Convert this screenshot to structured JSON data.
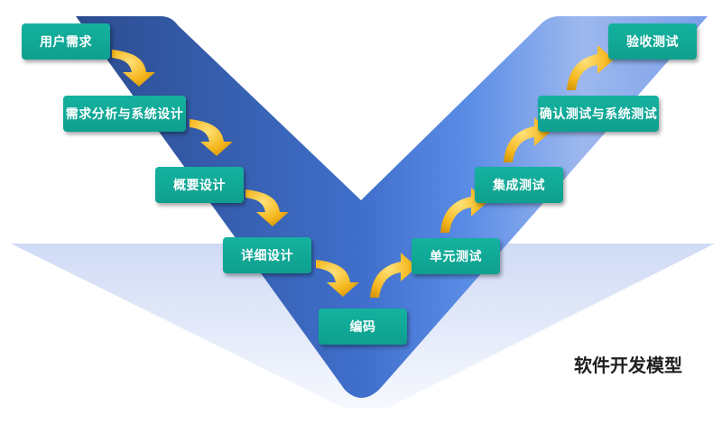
{
  "diagram": {
    "title": "软件开发模型",
    "steps": {
      "user_requirements": "用户需求",
      "requirement_analysis": "需求分析与系统设计",
      "outline_design": "概要设计",
      "detailed_design": "详细设计",
      "coding": "编码",
      "unit_test": "单元测试",
      "integration_test": "集成测试",
      "confirmation_test": "确认测试与系统测试",
      "acceptance_test": "验收测试"
    },
    "colors": {
      "box": "#11a897",
      "arrow": "#f2b21c",
      "v_dark": "#2f4f96",
      "v_light": "#5d8fe8",
      "text": "#ffffff"
    }
  }
}
